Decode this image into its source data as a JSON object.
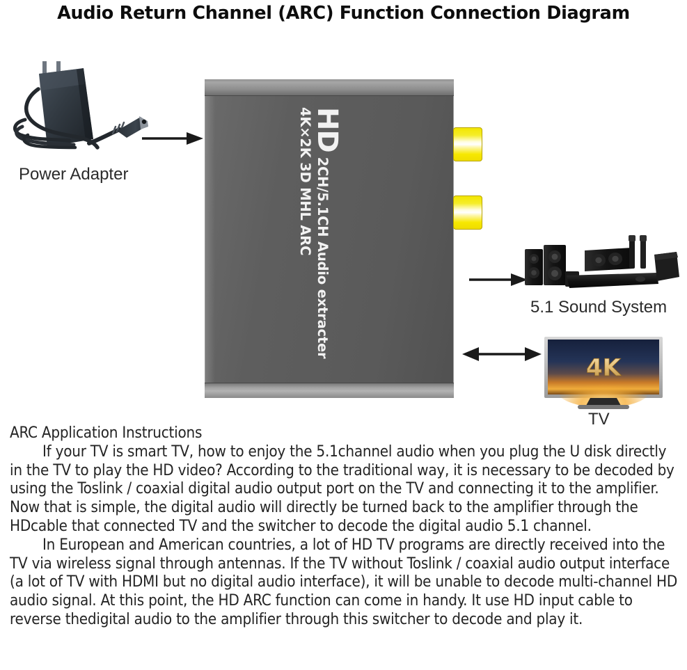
{
  "title": "Audio Return Channel (ARC) Function Connection Diagram",
  "diagram": {
    "device": {
      "brand": "HD",
      "model_line": "2CH/5.1CH Audio extracter",
      "spec_line": "4K×2K 3D MHL ARC",
      "body_color": "#5a5a5a",
      "connector_color": "#f2e600",
      "connectors": [
        {
          "name": "rca-connector-top"
        },
        {
          "name": "rca-connector-bottom"
        }
      ]
    },
    "power_adapter": {
      "label": "Power Adapter",
      "color": "#2f3437"
    },
    "sound_system": {
      "label": "5.1 Sound System",
      "color": "#1c1c1c"
    },
    "tv": {
      "label": "TV",
      "screen_text": "4K",
      "screen_top_color": "#1b2a4a",
      "screen_glow_color": "#f0a020",
      "text_color": "#e8c070"
    },
    "arrows": [
      {
        "name": "arrow-power-to-device",
        "direction": "right"
      },
      {
        "name": "arrow-device-to-speakers",
        "direction": "right"
      },
      {
        "name": "arrow-device-to-tv",
        "direction": "both"
      }
    ]
  },
  "instructions": {
    "heading": "ARC Application Instructions",
    "paragraph_1": "If your TV is smart TV, how to enjoy the 5.1channel audio when you plug the U disk directly in the TV to play the HD video? According to the traditional way, it is necessary to be decoded by using the Toslink / coaxial digital audio output port on the TV and connecting it to the amplifier. Now that is simple, the digital audio will directly be turned back to the amplifier through the HDcable that connected TV and the switcher to decode the digital audio 5.1 channel.",
    "paragraph_2": "In European and American countries, a lot of HD TV programs are directly received into the TV via wireless signal through antennas. If the TV without Toslink / coaxial audio output interface (a lot of TV with HDMI but no digital audio interface), it will be unable to decode multi-channel HD audio signal. At this point, the HD ARC function can come in handy. It use HD input cable to reverse thedigital audio to the amplifier through this switcher to decode and play it."
  }
}
